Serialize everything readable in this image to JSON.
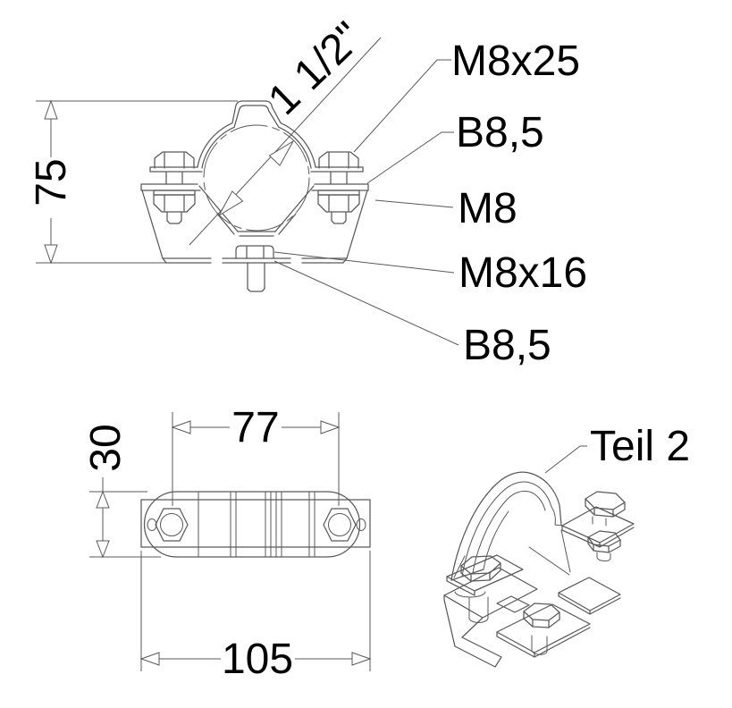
{
  "style": {
    "background": "#ffffff",
    "line_color": "#595959",
    "text_color": "#000000"
  },
  "front_view": {
    "height_dim": "75",
    "pipe_diameter": "1 1/2\"",
    "callouts": [
      {
        "label": "M8x25"
      },
      {
        "label": "B8,5"
      },
      {
        "label": "M8"
      },
      {
        "label": "M8x16"
      },
      {
        "label": "B8,5"
      }
    ]
  },
  "top_view": {
    "bolt_spacing_dim": "77",
    "height_dim": "30",
    "length_dim": "105"
  },
  "iso_view": {
    "part_label": "Teil 2"
  }
}
